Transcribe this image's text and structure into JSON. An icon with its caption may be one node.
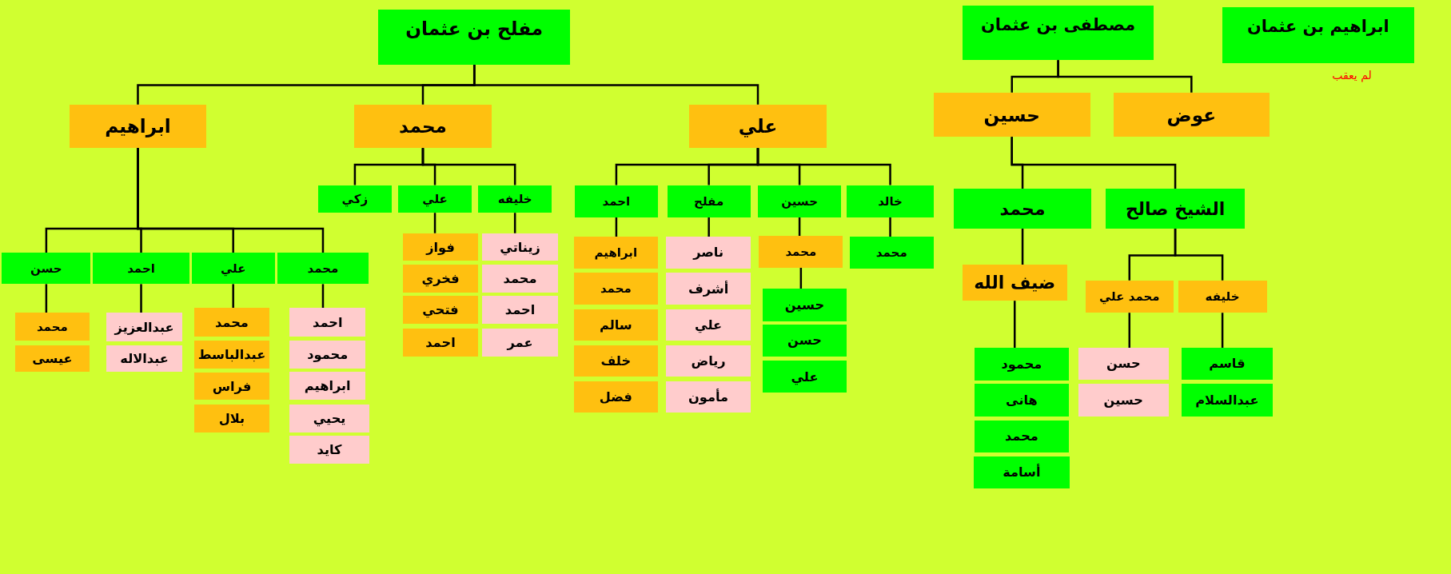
{
  "diagram": {
    "nodes": [
      {
        "text": [
          "مفلح بن عثمان"
        ]
      },
      {
        "text": [
          "ابراهيم"
        ]
      },
      {
        "text": [
          "محمد"
        ]
      },
      {
        "text": [
          "علي"
        ]
      },
      {
        "text": [
          "محمد"
        ]
      },
      {
        "text": [
          "علي"
        ]
      },
      {
        "text": [
          "احمد"
        ]
      },
      {
        "text": [
          "حسن"
        ]
      },
      {
        "text": [
          "احمد"
        ]
      },
      {
        "text": [
          "محمود"
        ]
      },
      {
        "text": [
          "ابراهيم"
        ]
      },
      {
        "text": [
          "يحيي"
        ]
      },
      {
        "text": [
          "كايد"
        ]
      },
      {
        "text": [
          "محمد"
        ]
      },
      {
        "text": [
          "عبدالباسط"
        ]
      },
      {
        "text": [
          "فراس"
        ]
      },
      {
        "text": [
          "بلال"
        ]
      },
      {
        "text": [
          "عبدالعزيز"
        ]
      },
      {
        "text": [
          "عبدالاله"
        ]
      },
      {
        "text": [
          "محمد"
        ]
      },
      {
        "text": [
          "عيسى"
        ]
      },
      {
        "text": [
          "خليفه"
        ]
      },
      {
        "text": [
          "علي"
        ]
      },
      {
        "text": [
          "زكي"
        ]
      },
      {
        "text": [
          "زيناتي"
        ]
      },
      {
        "text": [
          "محمد"
        ]
      },
      {
        "text": [
          "احمد"
        ]
      },
      {
        "text": [
          "عمر"
        ]
      },
      {
        "text": [
          "فواز"
        ]
      },
      {
        "text": [
          "فخري"
        ]
      },
      {
        "text": [
          "فتحي"
        ]
      },
      {
        "text": [
          "احمد"
        ]
      },
      {
        "text": [
          "خالد"
        ]
      },
      {
        "text": [
          "حسين"
        ]
      },
      {
        "text": [
          "مفلح"
        ]
      },
      {
        "text": [
          "احمد"
        ]
      },
      {
        "text": [
          "محمد"
        ]
      },
      {
        "text": [
          "محمد"
        ]
      },
      {
        "text": [
          "حسين"
        ]
      },
      {
        "text": [
          "حسن"
        ]
      },
      {
        "text": [
          "علي"
        ]
      },
      {
        "text": [
          "ناصر"
        ]
      },
      {
        "text": [
          "أشرف"
        ]
      },
      {
        "text": [
          "علي"
        ]
      },
      {
        "text": [
          "رياض"
        ]
      },
      {
        "text": [
          "مأمون"
        ]
      },
      {
        "text": [
          "ابراهيم"
        ]
      },
      {
        "text": [
          "محمد"
        ]
      },
      {
        "text": [
          "سالم"
        ]
      },
      {
        "text": [
          "خلف"
        ]
      },
      {
        "text": [
          "فضل"
        ]
      },
      {
        "text": [
          "ابراهيم بن عثمان"
        ],
        "beside": [
          "لم يعقب"
        ]
      },
      {
        "text": [
          "مصطفى بن عثمان"
        ]
      },
      {
        "text": [
          "عوض"
        ]
      },
      {
        "text": [
          "حسين"
        ]
      },
      {
        "text": [
          "الشيخ صالح"
        ]
      },
      {
        "text": [
          "محمد"
        ]
      },
      {
        "text": [
          "خليفه"
        ]
      },
      {
        "text": [
          "محمد علي"
        ]
      },
      {
        "text": [
          "قاسم"
        ]
      },
      {
        "text": [
          "عبدالسلام"
        ]
      },
      {
        "text": [
          "حسن"
        ]
      },
      {
        "text": [
          "حسين"
        ]
      },
      {
        "text": [
          "ضيف الله"
        ]
      },
      {
        "text": [
          "محمود"
        ]
      },
      {
        "text": [
          "هانى"
        ]
      },
      {
        "text": [
          "محمد"
        ]
      },
      {
        "text": [
          "أسامة"
        ]
      }
    ],
    "edges": [
      {
        "from": 0,
        "to": 1,
        "arrow": "none"
      },
      {
        "from": 0,
        "to": 2,
        "arrow": "none"
      },
      {
        "from": 0,
        "to": 3,
        "arrow": "none"
      },
      {
        "from": 1,
        "to": 4,
        "arrow": "none"
      },
      {
        "from": 1,
        "to": 5,
        "arrow": "none"
      },
      {
        "from": 1,
        "to": 6,
        "arrow": "none"
      },
      {
        "from": 1,
        "to": 7,
        "arrow": "none"
      },
      {
        "from": 4,
        "to": 8,
        "arrow": "none"
      },
      {
        "from": 5,
        "to": 13,
        "arrow": "none"
      },
      {
        "from": 6,
        "to": 17,
        "arrow": "none"
      },
      {
        "from": 7,
        "to": 19,
        "arrow": "none"
      },
      {
        "from": 2,
        "to": 21,
        "arrow": "none"
      },
      {
        "from": 2,
        "to": 22,
        "arrow": "none"
      },
      {
        "from": 2,
        "to": 23,
        "arrow": "none"
      },
      {
        "from": 21,
        "to": 24,
        "arrow": "none"
      },
      {
        "from": 22,
        "to": 28,
        "arrow": "none"
      },
      {
        "from": 3,
        "to": 32,
        "arrow": "none"
      },
      {
        "from": 3,
        "to": 33,
        "arrow": "none"
      },
      {
        "from": 3,
        "to": 34,
        "arrow": "none"
      },
      {
        "from": 3,
        "to": 35,
        "arrow": "none"
      },
      {
        "from": 32,
        "to": 36,
        "arrow": "none"
      },
      {
        "from": 33,
        "to": 37,
        "arrow": "none"
      },
      {
        "from": 37,
        "to": 38,
        "arrow": "none"
      },
      {
        "from": 34,
        "to": 41,
        "arrow": "none"
      },
      {
        "from": 35,
        "to": 46,
        "arrow": "none"
      },
      {
        "from": 52,
        "to": 53,
        "arrow": "none"
      },
      {
        "from": 52,
        "to": 54,
        "arrow": "none"
      },
      {
        "from": 54,
        "to": 55,
        "arrow": "none"
      },
      {
        "from": 54,
        "to": 56,
        "arrow": "none"
      },
      {
        "from": 55,
        "to": 57,
        "arrow": "none"
      },
      {
        "from": 55,
        "to": 58,
        "arrow": "none"
      },
      {
        "from": 57,
        "to": 59,
        "arrow": "none"
      },
      {
        "from": 58,
        "to": 61,
        "arrow": "none"
      },
      {
        "from": 56,
        "to": 63,
        "arrow": "none"
      },
      {
        "from": 63,
        "to": 64,
        "arrow": "none"
      }
    ]
  }
}
